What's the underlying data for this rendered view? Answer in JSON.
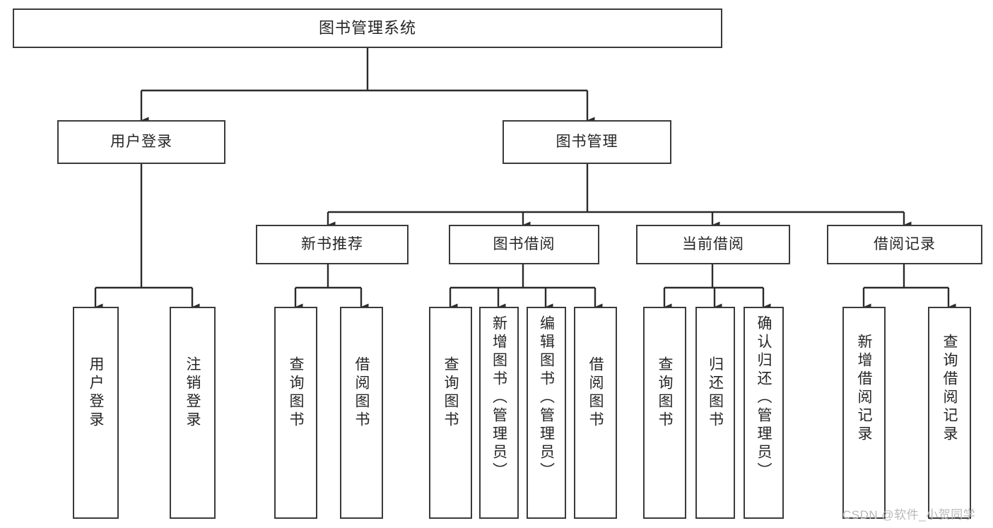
{
  "diagram": {
    "title": "图书管理系统",
    "type": "hierarchy-tree",
    "watermark": "CSDN @软件_小贺同学",
    "colors": {
      "box_border": "#3b3b3b",
      "box_fill": "#ffffff",
      "connector": "#2b2b2b",
      "text": "#262626",
      "watermark": "#b9b9b9",
      "background": "#ffffff"
    },
    "levels": {
      "root": {
        "label": "图书管理系统"
      },
      "level2": [
        {
          "id": "user-login",
          "label": "用户登录"
        },
        {
          "id": "book-manage",
          "label": "图书管理"
        }
      ],
      "level3": [
        {
          "id": "new-book-recommend",
          "label": "新书推荐",
          "parent": "book-manage"
        },
        {
          "id": "book-borrow",
          "label": "图书借阅",
          "parent": "book-manage"
        },
        {
          "id": "current-borrow",
          "label": "当前借阅",
          "parent": "book-manage"
        },
        {
          "id": "borrow-record",
          "label": "借阅记录",
          "parent": "book-manage"
        }
      ],
      "leaves": [
        {
          "id": "leaf-user-login",
          "label": "用户登录",
          "parent": "user-login"
        },
        {
          "id": "leaf-user-logout",
          "label": "注销登录",
          "parent": "user-login"
        },
        {
          "id": "leaf-query-book-1",
          "label": "查询图书",
          "parent": "new-book-recommend"
        },
        {
          "id": "leaf-borrow-book-1",
          "label": "借阅图书",
          "parent": "new-book-recommend"
        },
        {
          "id": "leaf-query-book-2",
          "label": "查询图书",
          "parent": "book-borrow"
        },
        {
          "id": "leaf-add-book",
          "label": "新增图书（管理员）",
          "parent": "book-borrow"
        },
        {
          "id": "leaf-edit-book",
          "label": "编辑图书（管理员）",
          "parent": "book-borrow"
        },
        {
          "id": "leaf-borrow-book-2",
          "label": "借阅图书",
          "parent": "book-borrow"
        },
        {
          "id": "leaf-query-book-3",
          "label": "查询图书",
          "parent": "current-borrow"
        },
        {
          "id": "leaf-return-book",
          "label": "归还图书",
          "parent": "current-borrow"
        },
        {
          "id": "leaf-confirm-return",
          "label": "确认归还（管理员）",
          "parent": "current-borrow"
        },
        {
          "id": "leaf-add-record",
          "label": "新增借阅记录",
          "parent": "borrow-record"
        },
        {
          "id": "leaf-query-record",
          "label": "查询借阅记录",
          "parent": "borrow-record"
        }
      ]
    }
  }
}
